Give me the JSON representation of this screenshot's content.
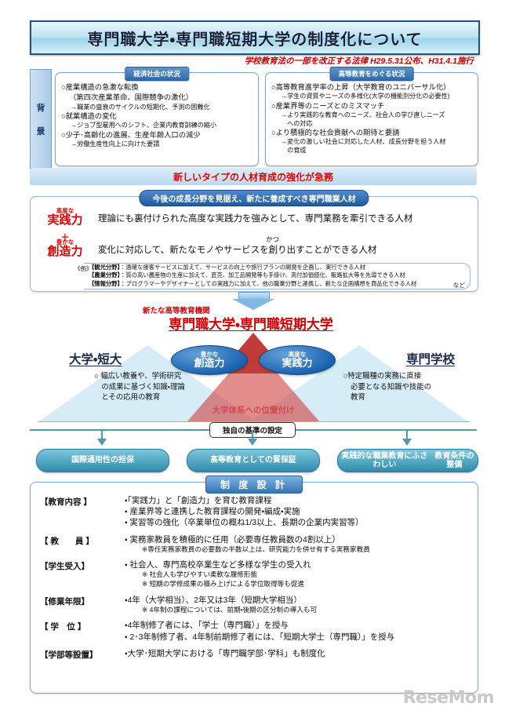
{
  "header": {
    "title": "専門職大学・専門職短期大学の制度化について",
    "subtitle": "学校教育法の一部を改正する法律  H29.5.31公布、H31.4.1施行"
  },
  "background": {
    "side_label_chars": [
      "背",
      "景"
    ],
    "left_box": {
      "badge": "経済社会の状況",
      "items": [
        {
          "head": "○産業構造の急激な転換",
          "sub2": "（第四次産業革命、国際競争の激化）",
          "sub": "→職業の盛衰のサイクルの短期化、予測の困難化"
        },
        {
          "head": "○就業構造の変化",
          "sub": "→ジョブ型雇用へのシフト、企業内教育訓練の縮小"
        },
        {
          "head": "○少子･高齢化の進展、生産年齢人口の減少",
          "sub": "→労働生産性向上に向けた要請"
        }
      ]
    },
    "right_box": {
      "badge": "高等教育をめぐる状況",
      "items": [
        {
          "head": "○高等教育進学率の上昇（大学教育のユニバーサル化）",
          "sub": "→学生の資質やニーズの多様化(大学の機能別分化の必要性)"
        },
        {
          "head": "○産業界等のニーズとのミスマッチ",
          "sub": "→より実践的な教育へのニーズ、社会人の学び直しニーズ",
          "sub2b": "　への対応"
        },
        {
          "head": "○より積極的な社会貢献への期待と要請",
          "sub": "→変化の激しい社会に対応した人材、成長分野を担う人材",
          "sub2b": "　の育成"
        }
      ]
    },
    "urgency": "新しいタイプの人材育成の強化が急務"
  },
  "talent": {
    "header": "今後の成長分野を見据え、新たに養成すべき専門職業人材",
    "keyword1": {
      "small": "高度な",
      "big": "実践力"
    },
    "plus": "＋",
    "keyword2": {
      "small": "豊かな",
      "big": "創造力"
    },
    "text1": "理論にも裏付けられた高度な実践力を強みとして、専門業務を牽引できる人材",
    "katsu": "かつ",
    "text2": "変化に対応して、新たなモノやサービスを創り出すことができる人材",
    "example_label": "《例》",
    "examples": [
      {
        "field": "【観光分野】",
        "text": "：適確な接客サービスに加えて、サービスの向上や旅行プランの開発を企画し、実行できる人材"
      },
      {
        "field": "【農業分野】",
        "text": "：質の高い農産物の生産に加えて、直売、加工品開発等も手掛け、高付加価値化、販路拡大等を先導できる人材"
      },
      {
        "field": "【情報分野】",
        "text": "：プログラマーやデザイナーとしての実践力に加えて、他の職業分野と連携し、新たな企画構想を商品化できる人材"
      }
    ],
    "etc": "など"
  },
  "institution": {
    "sub_label": "新たな高等教育機関",
    "name": "専門職大学・専門職短期大学"
  },
  "triangle": {
    "left_label": "大学・短大",
    "right_label": "専門学校",
    "oval_left": {
      "small": "豊かな",
      "big": "創造力"
    },
    "oval_right": {
      "small": "高度な",
      "big": "実践力"
    },
    "left_text": "○ 幅広い教養や、学術研究\n　の成果に基づく知識・理論\n　とその応用の教育",
    "right_text": "○特定職種の実務に直接\n　必要となる知識や技能の\n　教育",
    "center_label": "大学体系への位置付け"
  },
  "criteria": {
    "box": "独自の基準の設定",
    "pills": [
      "国際通用性の担保",
      "高等教育としての質保証",
      "実践的な職業教育にふさわしい\n教育条件の整備"
    ]
  },
  "design": {
    "header": "制 度 設 計",
    "rows": [
      {
        "key": "【教育内容 】",
        "bullets": [
          "・「実践力」と「創造力」を育む教育課程",
          "・  産業界等と連携した教育課程の開発・編成・実施",
          "・  実習等の強化（卒業単位の概ね1/3以上、長期の企業内実習等）"
        ],
        "notes": []
      },
      {
        "key": "【 教　　員 】",
        "bullets": [
          "・  実務家教員を積極的に任用（必要専任教員数の4割以上）"
        ],
        "notes": [
          "※専任実務家教員の必要数の半数以上は、研究能力を併せ有する実務家教員"
        ]
      },
      {
        "key": "【学生受入】",
        "bullets": [
          "・  社会人、専門高校卒業生など多様な学生の受入れ"
        ],
        "notes": [
          "※  社会人も学びやすい柔軟な履修形態",
          "※  短期の学修成果の積み上げによる学位取得等も促進"
        ]
      },
      {
        "key": "【修業年限】",
        "bullets": [
          "・4年（大学相当）、2年又は3年（短期大学相当）"
        ],
        "notes": [
          "※  4年制の課程については、前期・後期の区分制の導入も可"
        ]
      },
      {
        "key": "【 学　位 】",
        "bullets": [
          "・4年制修了者には、「学士（専門職）」を授与",
          "・  2･3年制修了者、4年制前期修了者には、「短期大学士（専門職）」を授与"
        ],
        "notes": []
      },
      {
        "key": "【学部等設置】",
        "bullets": [
          "・大学･短期大学における「専門職学部･学科」も制度化"
        ],
        "notes": []
      }
    ]
  },
  "watermark": "ReseMom"
}
